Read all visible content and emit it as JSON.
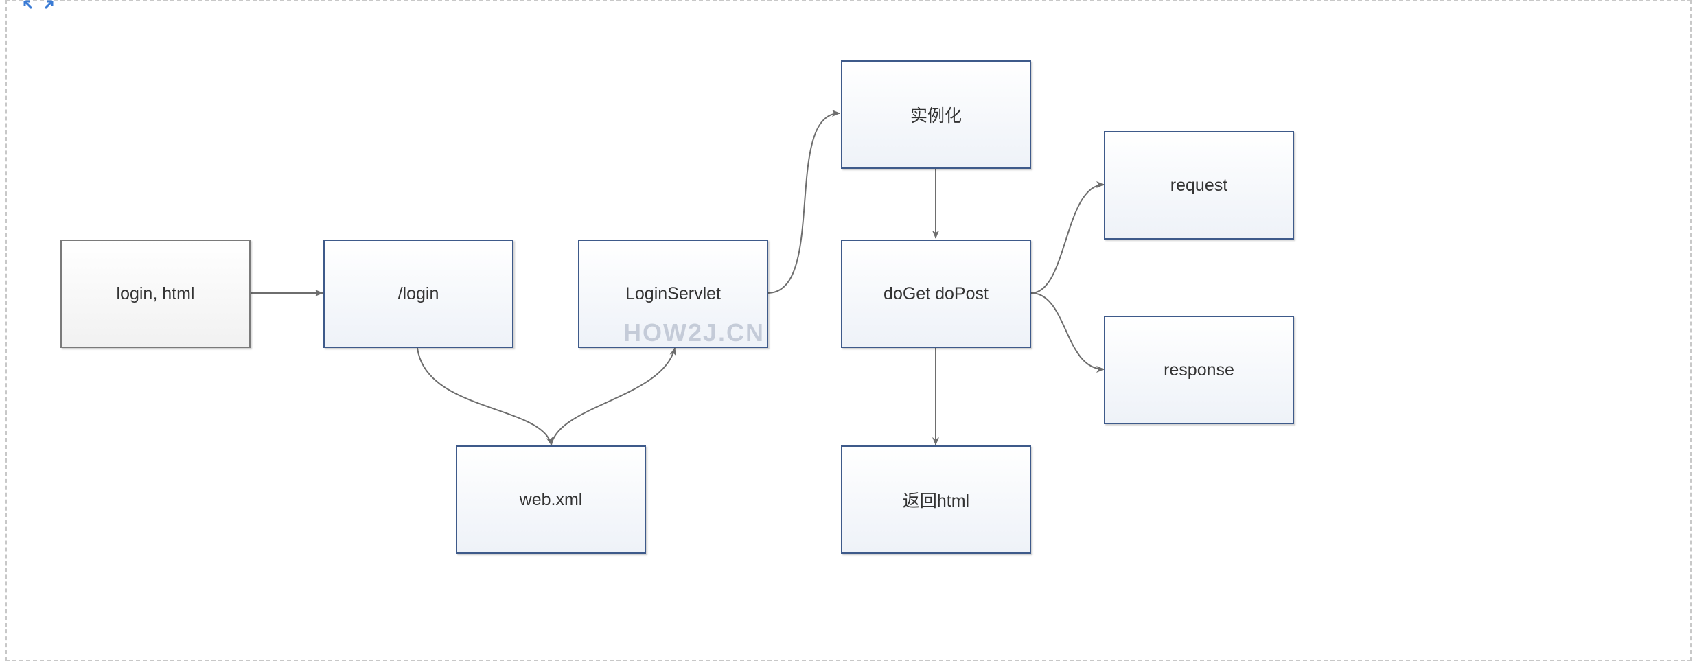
{
  "nodes": {
    "login_html": "login, html",
    "login_path": "/login",
    "login_servlet": "LoginServlet",
    "web_xml": "web.xml",
    "instantiate": "实例化",
    "doget_dopost": "doGet doPost",
    "request": "request",
    "response": "response",
    "return_html": "返回html"
  },
  "watermark": "HOW2J.CN",
  "colors": {
    "node_border": "#3e5a8a",
    "start_node_border": "#7a7a7a",
    "arrow": "#6e6e6e",
    "frame": "#c8c8c8",
    "icon": "#3a7bd5"
  }
}
